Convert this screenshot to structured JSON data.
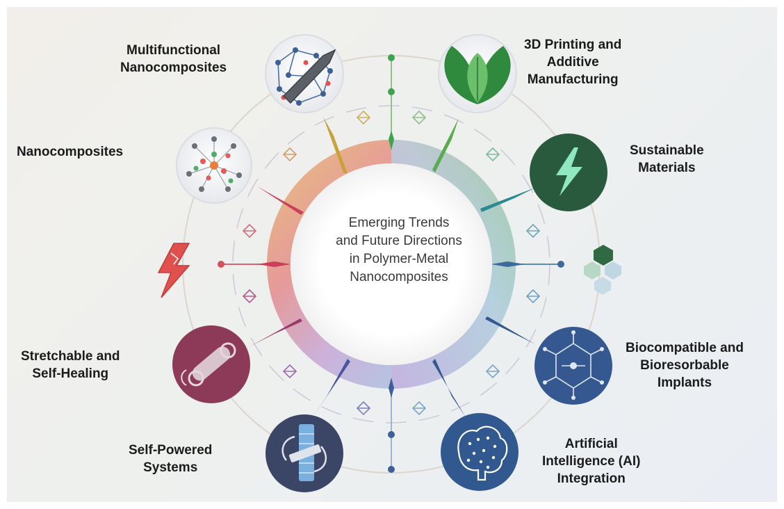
{
  "center_title": "Emerging Trends\nand Future Directions\nin Polymer-Metal\nNanocomposites",
  "labels": {
    "multifunctional": "Multifunctional\nNanocomposites",
    "printing": "3D Printing and\nAdditive\nManufacturing",
    "nanocomposites": "Nanocomposites",
    "sustainable": "Sustainable\nMaterials",
    "stretchable": "Stretchable and\nSelf-Healing",
    "biocompatible": "Biocompatible and\nBioresorbable\nImplants",
    "selfpowered": "Self-Powered\nSystems",
    "ai": "Artificial\nIntelligence (AI)\nIntegration"
  },
  "colors": {
    "sustainable_node": "#2a5a3e",
    "stretchable_node": "#8c3a58",
    "biocompatible_node": "#34588f",
    "selfpowered_node": "#3b4566",
    "ai_node": "#32598f",
    "leaf": "#3c9a4c",
    "bolt_red": "#e0504f",
    "bolt_green": "#8fe8c0"
  },
  "icons": [
    "network-knife-icon",
    "leaf-icon",
    "molecule-icon",
    "lightning-icon",
    "broken-bolt-icon",
    "hexagon-cluster-icon",
    "bandage-icon",
    "circuit-implant-icon",
    "battery-cell-icon",
    "brain-icon"
  ]
}
